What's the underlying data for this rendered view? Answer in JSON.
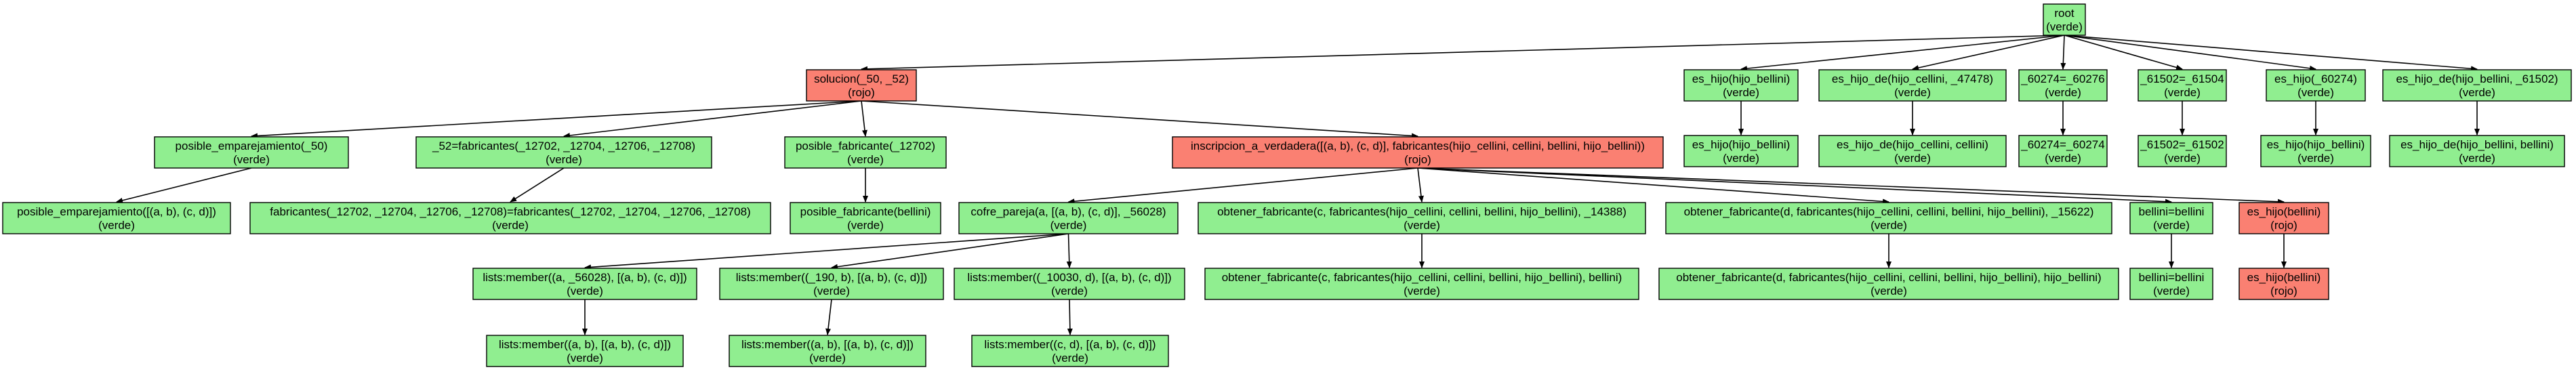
{
  "colors": {
    "verde": "#90EE90",
    "rojo": "#FA8072",
    "stroke": "#000000",
    "edge": "#000000"
  },
  "nodes": [
    {
      "id": "root",
      "label": "root",
      "status": "(verde)",
      "color": "verde"
    },
    {
      "id": "solucion",
      "label": "solucion(_50, _52)",
      "status": "(rojo)",
      "color": "rojo"
    },
    {
      "id": "es_hijo_bellini_top",
      "label": "es_hijo(hijo_bellini)",
      "status": "(verde)",
      "color": "verde"
    },
    {
      "id": "es_hijo_de_cellini_top",
      "label": "es_hijo_de(hijo_cellini, _47478)",
      "status": "(verde)",
      "color": "verde"
    },
    {
      "id": "eq60274_top",
      "label": "_60274=_60276",
      "status": "(verde)",
      "color": "verde"
    },
    {
      "id": "eq61502_top",
      "label": "_61502=_61504",
      "status": "(verde)",
      "color": "verde"
    },
    {
      "id": "es_hijo_60274_top",
      "label": "es_hijo(_60274)",
      "status": "(verde)",
      "color": "verde"
    },
    {
      "id": "es_hijo_de_bellini_top",
      "label": "es_hijo_de(hijo_bellini, _61502)",
      "status": "(verde)",
      "color": "verde"
    },
    {
      "id": "es_hijo_bellini_bot",
      "label": "es_hijo(hijo_bellini)",
      "status": "(verde)",
      "color": "verde"
    },
    {
      "id": "es_hijo_de_cellini_bot",
      "label": "es_hijo_de(hijo_cellini, cellini)",
      "status": "(verde)",
      "color": "verde"
    },
    {
      "id": "eq60274_bot",
      "label": "_60274=_60274",
      "status": "(verde)",
      "color": "verde"
    },
    {
      "id": "eq61502_bot",
      "label": "_61502=_61502",
      "status": "(verde)",
      "color": "verde"
    },
    {
      "id": "es_hijo_bellini_bot2",
      "label": "es_hijo(hijo_bellini)",
      "status": "(verde)",
      "color": "verde"
    },
    {
      "id": "es_hijo_de_bellini_bot",
      "label": "es_hijo_de(hijo_bellini, bellini)",
      "status": "(verde)",
      "color": "verde"
    },
    {
      "id": "posible_emp",
      "label": "posible_emparejamiento(_50)",
      "status": "(verde)",
      "color": "verde"
    },
    {
      "id": "fab_eq",
      "label": "_52=fabricantes(_12702, _12704, _12706, _12708)",
      "status": "(verde)",
      "color": "verde"
    },
    {
      "id": "posible_fab",
      "label": "posible_fabricante(_12702)",
      "status": "(verde)",
      "color": "verde"
    },
    {
      "id": "inscripcion",
      "label": "inscripcion_a_verdadera([(a, b), (c, d)], fabricantes(hijo_cellini, cellini, bellini, hijo_bellini))",
      "status": "(rojo)",
      "color": "rojo"
    },
    {
      "id": "posible_emp_bot",
      "label": "posible_emparejamiento([(a, b), (c, d)])",
      "status": "(verde)",
      "color": "verde"
    },
    {
      "id": "fab_eq_bot",
      "label": "fabricantes(_12702, _12704, _12706, _12708)=fabricantes(_12702, _12704, _12706, _12708)",
      "status": "(verde)",
      "color": "verde"
    },
    {
      "id": "posible_fab_bot",
      "label": "posible_fabricante(bellini)",
      "status": "(verde)",
      "color": "verde"
    },
    {
      "id": "cofre",
      "label": "cofre_pareja(a, [(a, b), (c, d)], _56028)",
      "status": "(verde)",
      "color": "verde"
    },
    {
      "id": "obtener_c",
      "label": "obtener_fabricante(c, fabricantes(hijo_cellini, cellini, bellini, hijo_bellini), _14388)",
      "status": "(verde)",
      "color": "verde"
    },
    {
      "id": "obtener_d",
      "label": "obtener_fabricante(d, fabricantes(hijo_cellini, cellini, bellini, hijo_bellini), _15622)",
      "status": "(verde)",
      "color": "verde"
    },
    {
      "id": "bellini_eq",
      "label": "bellini=bellini",
      "status": "(verde)",
      "color": "verde"
    },
    {
      "id": "es_hijo_b_rojo",
      "label": "es_hijo(bellini)",
      "status": "(rojo)",
      "color": "rojo"
    },
    {
      "id": "obtener_c_bot",
      "label": "obtener_fabricante(c, fabricantes(hijo_cellini, cellini, bellini, hijo_bellini), bellini)",
      "status": "(verde)",
      "color": "verde"
    },
    {
      "id": "obtener_d_bot",
      "label": "obtener_fabricante(d, fabricantes(hijo_cellini, cellini, bellini, hijo_bellini), hijo_bellini)",
      "status": "(verde)",
      "color": "verde"
    },
    {
      "id": "bellini_eq_bot",
      "label": "bellini=bellini",
      "status": "(verde)",
      "color": "verde"
    },
    {
      "id": "es_hijo_b_rojo_bot",
      "label": "es_hijo(bellini)",
      "status": "(rojo)",
      "color": "rojo"
    },
    {
      "id": "member1",
      "label": "lists:member((a, _56028), [(a, b), (c, d)])",
      "status": "(verde)",
      "color": "verde"
    },
    {
      "id": "member2",
      "label": "lists:member((_190, b), [(a, b), (c, d)])",
      "status": "(verde)",
      "color": "verde"
    },
    {
      "id": "member3",
      "label": "lists:member((_10030, d), [(a, b), (c, d)])",
      "status": "(verde)",
      "color": "verde"
    },
    {
      "id": "member1_bot",
      "label": "lists:member((a, b), [(a, b), (c, d)])",
      "status": "(verde)",
      "color": "verde"
    },
    {
      "id": "member2_bot",
      "label": "lists:member((a, b), [(a, b), (c, d)])",
      "status": "(verde)",
      "color": "verde"
    },
    {
      "id": "member3_bot",
      "label": "lists:member((c, d), [(a, b), (c, d)])",
      "status": "(verde)",
      "color": "verde"
    }
  ],
  "edges": [
    [
      "root",
      "solucion"
    ],
    [
      "root",
      "es_hijo_bellini_top"
    ],
    [
      "root",
      "es_hijo_de_cellini_top"
    ],
    [
      "root",
      "eq60274_top"
    ],
    [
      "root",
      "eq61502_top"
    ],
    [
      "root",
      "es_hijo_60274_top"
    ],
    [
      "root",
      "es_hijo_de_bellini_top"
    ],
    [
      "es_hijo_bellini_top",
      "es_hijo_bellini_bot"
    ],
    [
      "es_hijo_de_cellini_top",
      "es_hijo_de_cellini_bot"
    ],
    [
      "eq60274_top",
      "eq60274_bot"
    ],
    [
      "eq61502_top",
      "eq61502_bot"
    ],
    [
      "es_hijo_60274_top",
      "es_hijo_bellini_bot2"
    ],
    [
      "es_hijo_de_bellini_top",
      "es_hijo_de_bellini_bot"
    ],
    [
      "solucion",
      "posible_emp"
    ],
    [
      "solucion",
      "fab_eq"
    ],
    [
      "solucion",
      "posible_fab"
    ],
    [
      "solucion",
      "inscripcion"
    ],
    [
      "posible_emp",
      "posible_emp_bot"
    ],
    [
      "fab_eq",
      "fab_eq_bot"
    ],
    [
      "posible_fab",
      "posible_fab_bot"
    ],
    [
      "inscripcion",
      "cofre"
    ],
    [
      "inscripcion",
      "obtener_c"
    ],
    [
      "inscripcion",
      "obtener_d"
    ],
    [
      "inscripcion",
      "bellini_eq"
    ],
    [
      "inscripcion",
      "es_hijo_b_rojo"
    ],
    [
      "obtener_c",
      "obtener_c_bot"
    ],
    [
      "obtener_d",
      "obtener_d_bot"
    ],
    [
      "bellini_eq",
      "bellini_eq_bot"
    ],
    [
      "es_hijo_b_rojo",
      "es_hijo_b_rojo_bot"
    ],
    [
      "cofre",
      "member1"
    ],
    [
      "cofre",
      "member2"
    ],
    [
      "cofre",
      "member3"
    ],
    [
      "member1",
      "member1_bot"
    ],
    [
      "member2",
      "member2_bot"
    ],
    [
      "member3",
      "member3_bot"
    ]
  ]
}
